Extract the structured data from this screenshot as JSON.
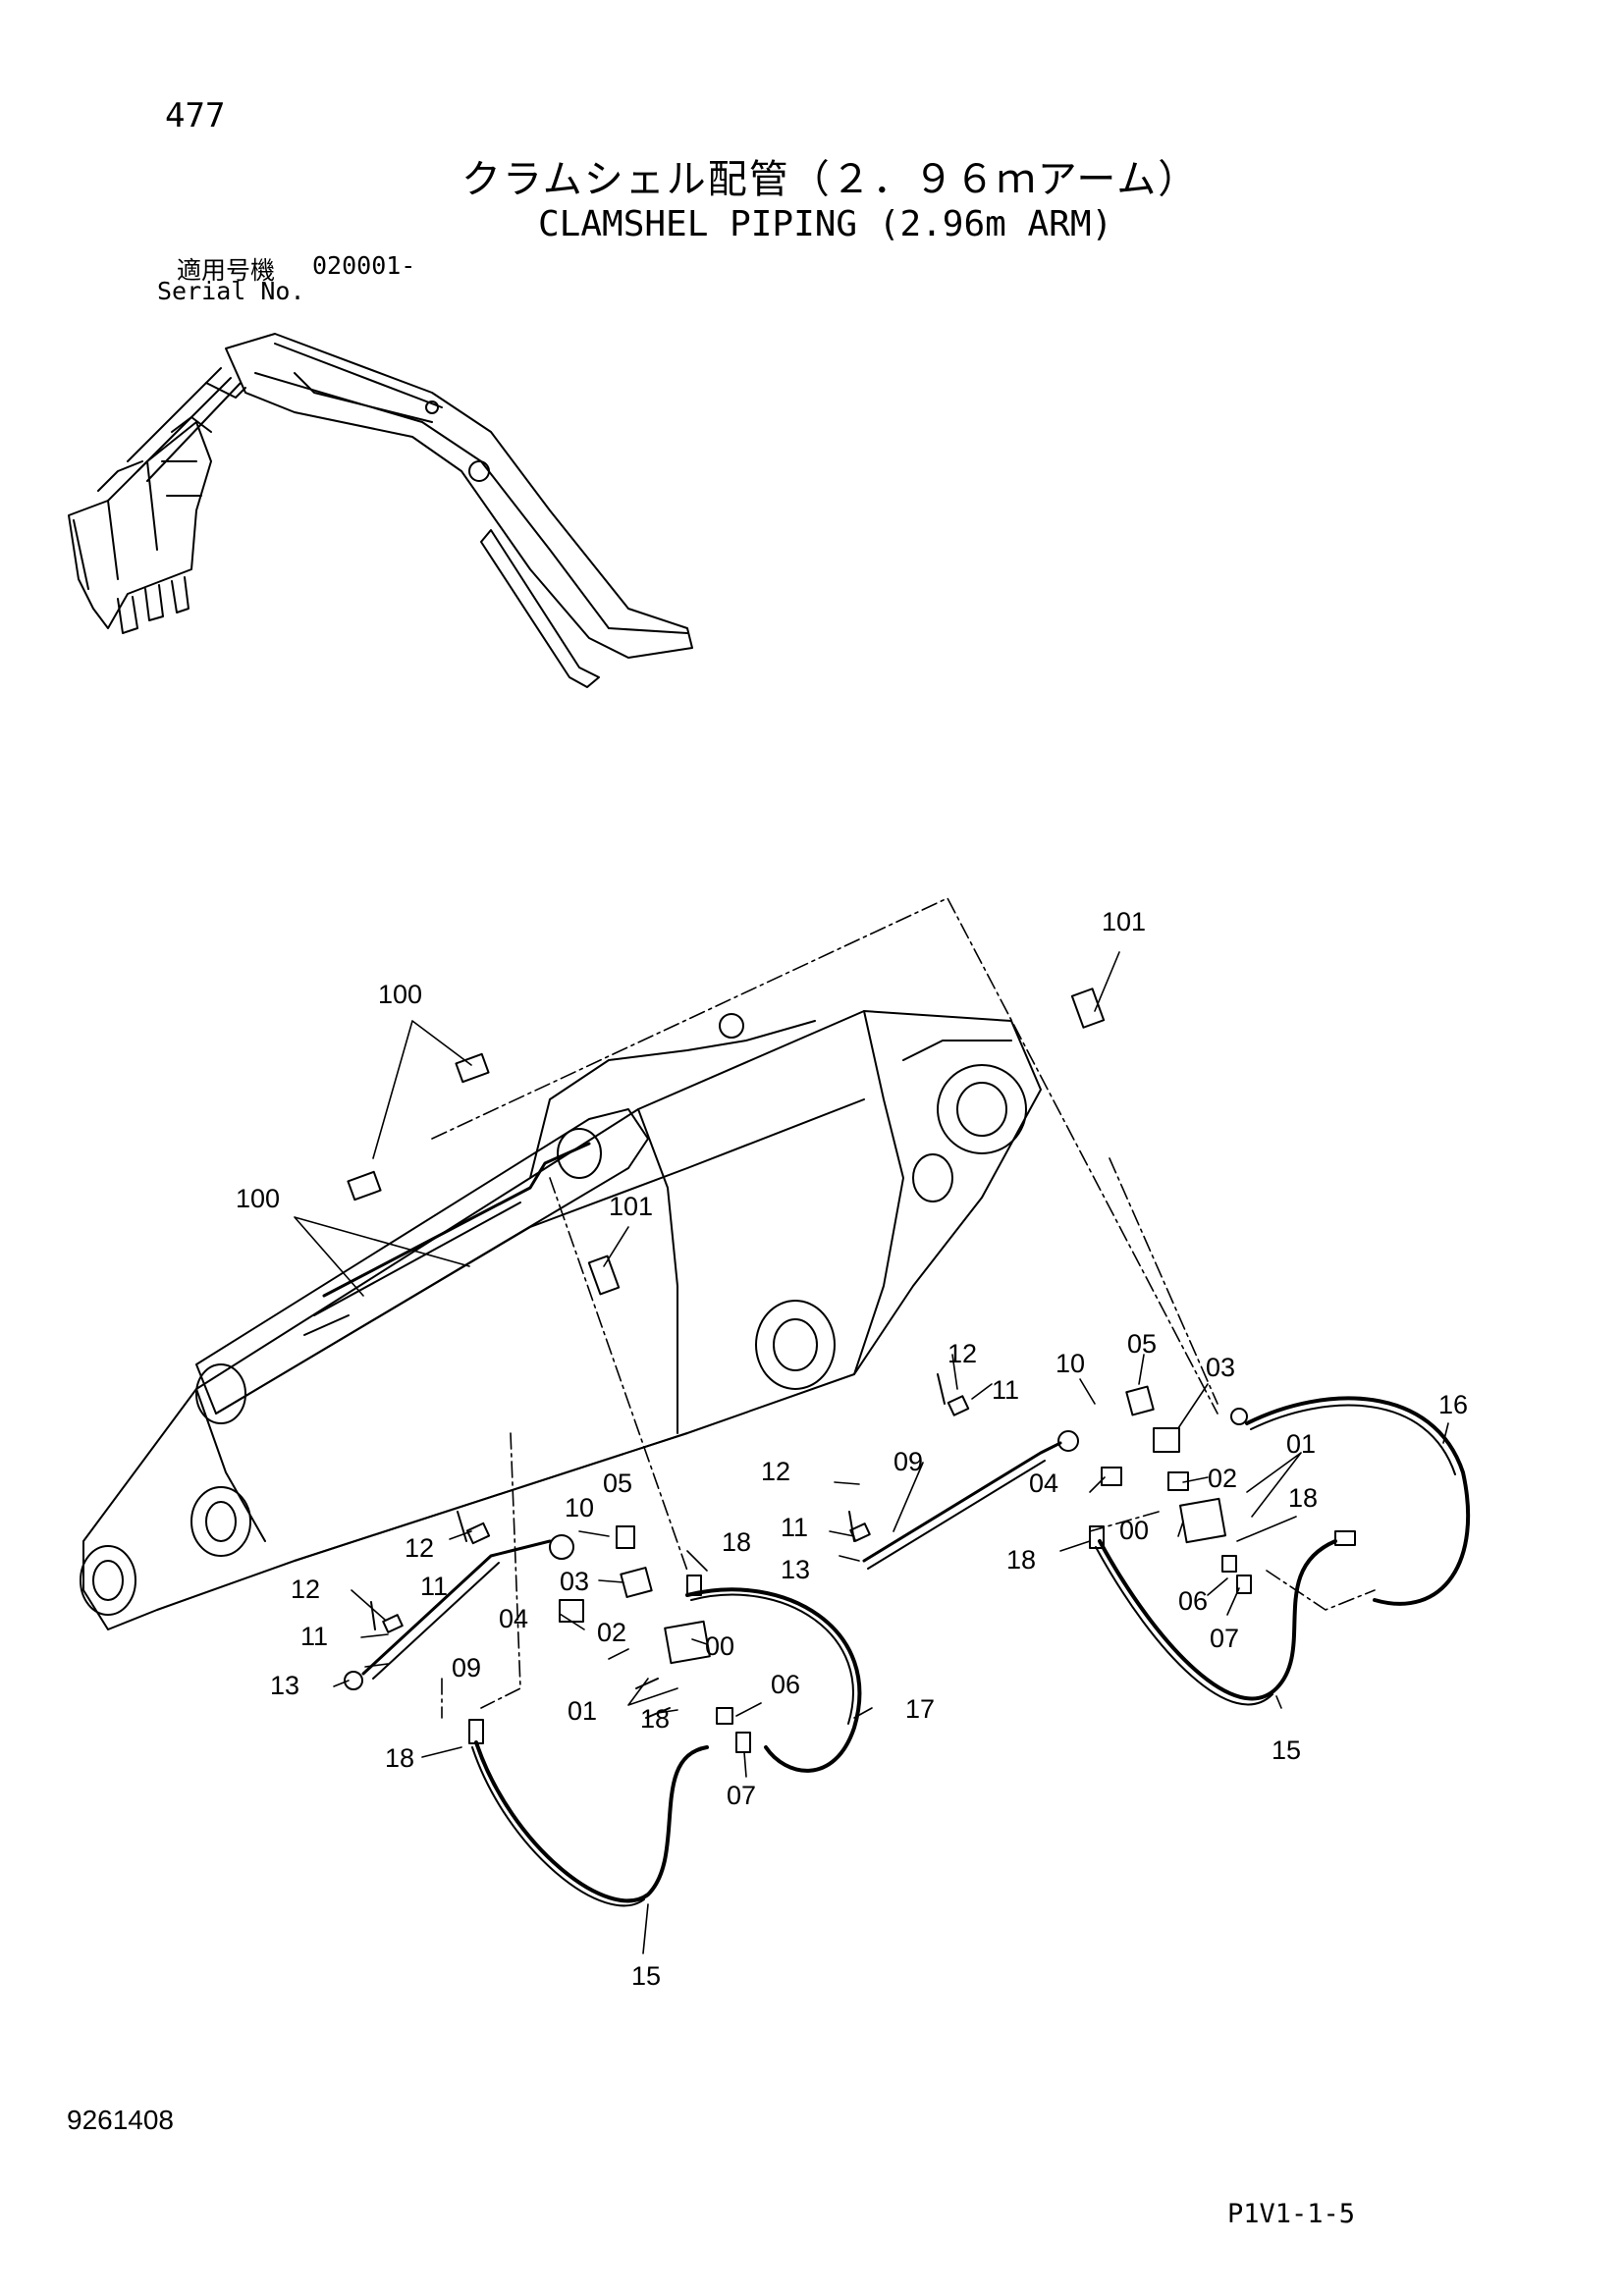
{
  "header": {
    "page_number": "477",
    "title_jp": "クラムシェル配管（２．９６ｍアーム）",
    "title_en": "CLAMSHEL PIPING (2.96m ARM)",
    "serial_label_jp": "適用号機",
    "serial_value": "020001-",
    "serial_label_en": "Serial No."
  },
  "footer": {
    "doc_number": "9261408",
    "page_code": "P1V1-1-5"
  },
  "callouts": {
    "c100a": "100",
    "c100b": "100",
    "c101a": "101",
    "c101b": "101",
    "c16": "16",
    "c17": "17",
    "c15a": "15",
    "c15b": "15",
    "l12": "12",
    "l11": "11",
    "l12b": "12",
    "l11b": "11",
    "l13": "13",
    "l09": "09",
    "l10": "10",
    "l05": "05",
    "l03": "03",
    "l04": "04",
    "l02": "02",
    "l00": "00",
    "l01": "01",
    "l18a": "18",
    "l18b": "18",
    "l18c": "18",
    "l06": "06",
    "l07": "07",
    "r12": "12",
    "r11": "11",
    "r09": "09",
    "r12b": "12",
    "r11b": "11",
    "r13": "13",
    "r10": "10",
    "r05": "05",
    "r03": "03",
    "r04": "04",
    "r02": "02",
    "r01": "01",
    "r18a": "18",
    "r18b": "18",
    "r00": "00",
    "r06": "06",
    "r07": "07"
  }
}
